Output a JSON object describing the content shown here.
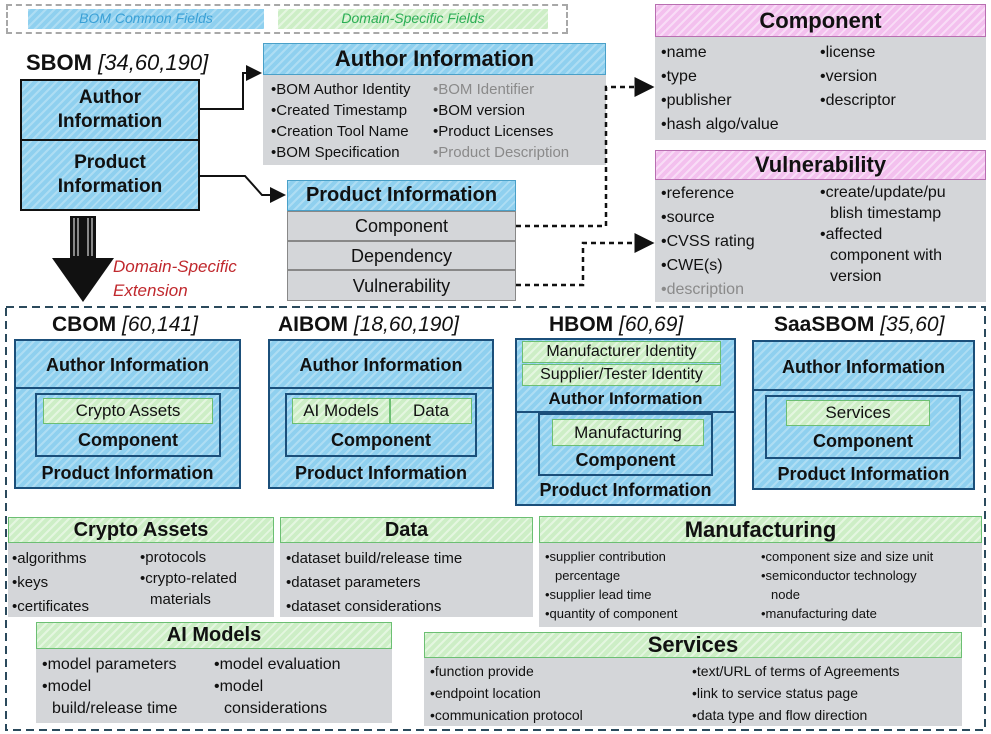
{
  "legend": {
    "common": "BOM Common Fields",
    "domain": "Domain-Specific Fields"
  },
  "sbom": {
    "title": "SBOM",
    "refs": "[34,60,190]",
    "author": "Author Information",
    "product": "Product Information",
    "extension": "Domain-Specific Extension"
  },
  "author_info": {
    "title": "Author Information",
    "col1": [
      "•BOM Author Identity",
      "•Created Timestamp",
      "•Creation Tool Name",
      "•BOM Specification"
    ],
    "col2": [
      "•BOM Identifier",
      "•BOM version",
      "•Product Licenses",
      "•Product Description"
    ]
  },
  "product_info": {
    "title": "Product Information",
    "rows": [
      "Component",
      "Dependency",
      "Vulnerability"
    ]
  },
  "component": {
    "title": "Component",
    "col1": [
      "•name",
      "•type",
      "•publisher",
      "•hash algo/value"
    ],
    "col2": [
      "•license",
      "•version",
      "•descriptor"
    ]
  },
  "vulnerability": {
    "title": "Vulnerability",
    "col1": [
      "•reference",
      "•source",
      "•CVSS rating",
      "•CWE(s)",
      "•description"
    ],
    "col2": [
      "•create/update/pu",
      "blish timestamp",
      "•affected",
      "component with",
      "version"
    ]
  },
  "cbom": {
    "title": "CBOM",
    "refs": "[60,141]",
    "author": "Author Information",
    "field": "Crypto Assets",
    "component": "Component",
    "product": "Product Information"
  },
  "aibom": {
    "title": "AIBOM",
    "refs": "[18,60,190]",
    "author": "Author Information",
    "field1": "AI Models",
    "field2": "Data",
    "component": "Component",
    "product": "Product Information"
  },
  "hbom": {
    "title": "HBOM",
    "refs": "[60,69]",
    "field1": "Manufacturer Identity",
    "field2": "Supplier/Tester Identity",
    "author": "Author Information",
    "field3": "Manufacturing",
    "component": "Component",
    "product": "Product Information"
  },
  "saasbom": {
    "title": "SaaSBOM",
    "refs": "[35,60]",
    "author": "Author Information",
    "field": "Services",
    "component": "Component",
    "product": "Product Information"
  },
  "crypto_assets": {
    "title": "Crypto Assets",
    "col1": [
      "•algorithms",
      "•keys",
      "•certificates"
    ],
    "col2": [
      "•protocols",
      "•crypto-related",
      "materials"
    ]
  },
  "data_box": {
    "title": "Data",
    "items": [
      "•dataset build/release time",
      "•dataset parameters",
      "•dataset considerations"
    ]
  },
  "manufacturing": {
    "title": "Manufacturing",
    "col1": [
      "•supplier contribution",
      "percentage",
      "•supplier lead time",
      "•quantity of component"
    ],
    "col2": [
      "•component size and size unit",
      "•semiconductor technology",
      "node",
      "•manufacturing date"
    ]
  },
  "ai_models": {
    "title": "AI Models",
    "col1": [
      "•model parameters",
      "•model",
      "build/release time"
    ],
    "col2": [
      "•model evaluation",
      "•model",
      "considerations"
    ]
  },
  "services": {
    "title": "Services",
    "col1": [
      "•function provide",
      "•endpoint location",
      "•communication protocol"
    ],
    "col2": [
      "•text/URL of terms of Agreements",
      "•link to service status page",
      "•data type and flow direction"
    ]
  },
  "colors": {
    "blue": "#8fd0ef",
    "green": "#cdeec6",
    "pink": "#f3c0ee",
    "grey": "#d4d6d9",
    "dark": "#1b4f7a"
  }
}
